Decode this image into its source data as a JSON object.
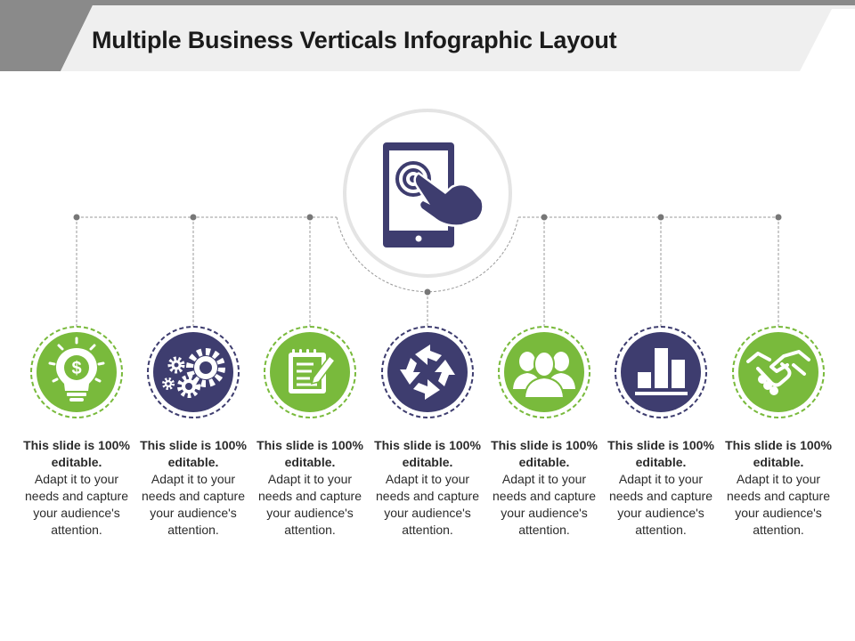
{
  "title": "Multiple Business Verticals Infographic Layout",
  "colors": {
    "green": "#79ba3c",
    "navy": "#3e3d6f",
    "grey_banner": "#efefef",
    "dark_banner": "#8a8a8a",
    "connector": "#9a9a9a"
  },
  "center": {
    "icon": "tablet-touch-icon"
  },
  "items": [
    {
      "icon": "idea-dollar-icon",
      "color": "green",
      "lead": "This slide is 100% editable.",
      "body": "Adapt it to your needs and capture your audience's attention."
    },
    {
      "icon": "gears-icon",
      "color": "navy",
      "lead": "This slide is 100% editable.",
      "body": "Adapt it to your needs and capture your audience's attention."
    },
    {
      "icon": "notepad-icon",
      "color": "green",
      "lead": "This slide is 100% editable.",
      "body": "Adapt it to your needs and capture your audience's attention."
    },
    {
      "icon": "cycle-arrows-icon",
      "color": "navy",
      "lead": "This slide is 100% editable.",
      "body": "Adapt it to your needs and capture your audience's attention."
    },
    {
      "icon": "team-icon",
      "color": "green",
      "lead": "This slide is 100% editable.",
      "body": "Adapt it to your needs and capture your audience's attention."
    },
    {
      "icon": "bar-chart-icon",
      "color": "navy",
      "lead": "This slide is 100% editable.",
      "body": "Adapt it to your needs and capture your audience's attention."
    },
    {
      "icon": "handshake-icon",
      "color": "green",
      "lead": "This slide is 100% editable.",
      "body": "Adapt it to your needs and capture your audience's attention."
    }
  ]
}
